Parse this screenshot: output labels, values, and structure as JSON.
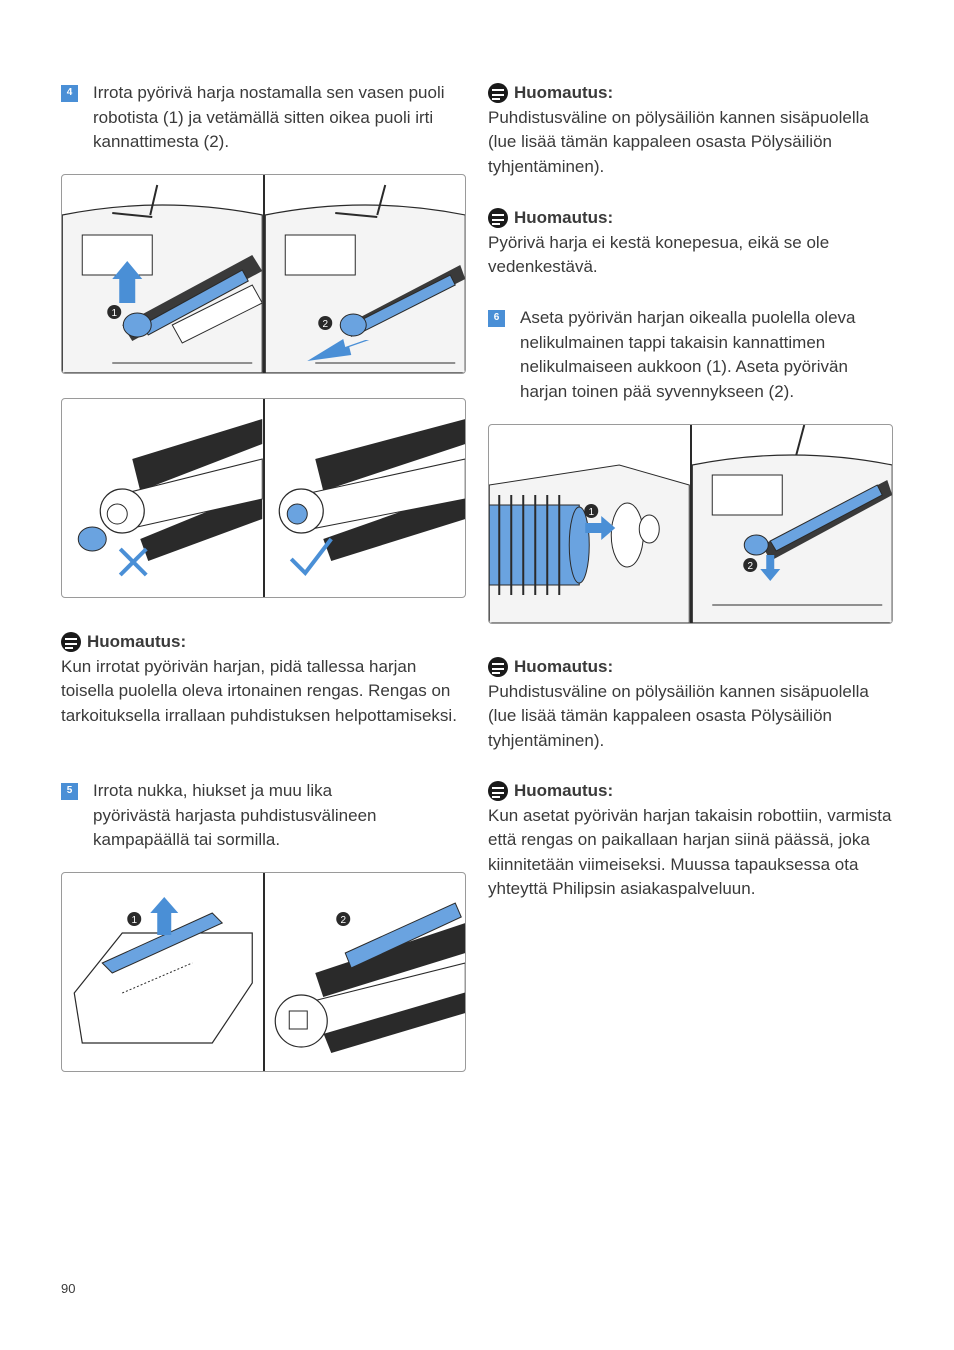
{
  "steps": {
    "s4": {
      "num": "4",
      "text": "Irrota pyörivä harja nostamalla sen vasen puoli robotista (1) ja vetämällä sitten oikea puoli irti kannattimesta (2)."
    },
    "s5": {
      "num": "5",
      "text": "Irrota nukka, hiukset ja muu lika pyörivästä harjasta puhdistusvälineen kampapäällä tai sormilla."
    },
    "s6": {
      "num": "6",
      "text": "Aseta pyörivän harjan oikealla puolella oleva nelikulmainen tappi takaisin kannattimen nelikulmaiseen aukkoon (1). Aseta pyörivän harjan toinen pää syvennykseen (2)."
    }
  },
  "notes": {
    "n1": {
      "title": "Huomautus:",
      "text": "Kun irrotat pyörivän harjan, pidä tallessa harjan toisella puolella oleva irtonainen rengas. Rengas on tarkoituksella irrallaan puhdistuksen helpottamiseksi."
    },
    "n2": {
      "title": "Huomautus:",
      "text": "Puhdistusväline on pölysäiliön kannen sisäpuolella (lue lisää tämän kappaleen osasta Pölysäiliön tyhjentäminen)."
    },
    "n3": {
      "title": "Huomautus:",
      "text": "Pyörivä harja ei kestä konepesua, eikä se ole vedenkestävä."
    },
    "n4": {
      "title": "Huomautus:",
      "text": "Puhdistusväline on pölysäiliön kannen sisäpuolella (lue lisää tämän kappaleen osasta Pölysäiliön tyhjentäminen)."
    },
    "n5": {
      "title": "Huomautus:",
      "text": "Kun asetat pyörivän harjan takaisin robottiin, varmista että rengas on paikallaan harjan siinä päässä, joka kiinnitetään viimeiseksi. Muussa tapauksessa ota yhteyttä Philipsin asiakaspalveluun."
    }
  },
  "callouts": {
    "one": "1",
    "two": "2"
  },
  "page_number": "90",
  "colors": {
    "accent": "#4a8fd6",
    "part_blue": "#6aa3e0",
    "ink": "#2a2a2a"
  }
}
